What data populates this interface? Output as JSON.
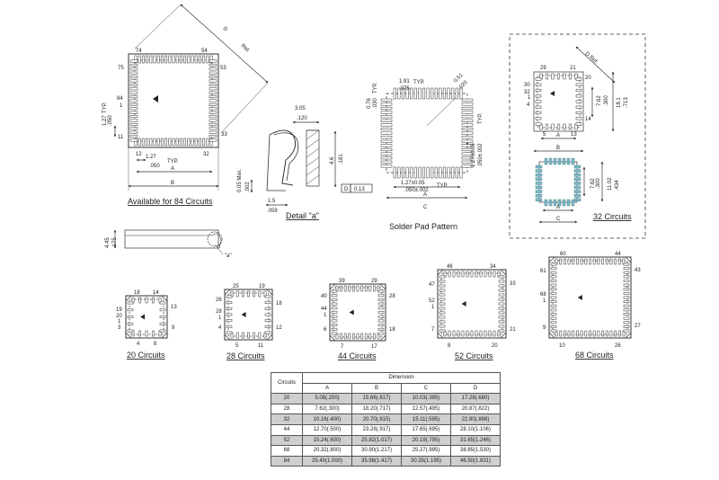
{
  "captions": {
    "c84": "Available for 84 Circuits",
    "detail": "Detail \"a\"",
    "solder": "Solder Pad Pattern",
    "c32": "32 Circuits",
    "c20": "20 Circuits",
    "c28": "28 Circuits",
    "c44": "44 Circuits",
    "c52": "52 Circuits",
    "c68": "68 Circuits"
  },
  "pins84": {
    "p74": "74",
    "p54": "54",
    "p75": "75",
    "p53": "53",
    "p84": "84",
    "p1": "1",
    "p11": "11",
    "p33": "33",
    "p12": "12",
    "p32": "32"
  },
  "dims84": {
    "d": "D",
    "ref": "Ref.",
    "typ": "TYP.",
    "v127": "1.27",
    "v050": ".050",
    "h127": "1.27",
    "h050": ".050",
    "htyp": "TYP.",
    "a": "A",
    "b": "B"
  },
  "detail": {
    "w305": "3.05",
    "w120": ".120",
    "h46": "4.6",
    "h181": ".181",
    "m005": "0.05 Max.",
    "m002": ".002",
    "w15": "1.5",
    "w059": ".059",
    "tol": "0.13",
    "box": "D"
  },
  "side": {
    "v445": "4.45",
    "v175": ".175",
    "a": "\"a\""
  },
  "solder": {
    "v191": "1.91",
    "v075": ".075",
    "typ1": "TYP.",
    "v076": "0.76",
    "v030": ".030",
    "typ2": "TYP.",
    "v051": "0.51",
    "v020": ".020",
    "r1": "1.27±0.05",
    "r2": ".050±.002",
    "rtyp": "TYP.",
    "b1": "1.27±0.05",
    "b2": ".050±.002",
    "btyp": "TYP.",
    "a": "A",
    "c": "C"
  },
  "c32": {
    "p29": "29",
    "p21": "21",
    "p30": "30",
    "p32": "32",
    "p1": "1",
    "p4": "4",
    "p5": "5",
    "p13": "13",
    "p14": "14",
    "p20": "20",
    "dref": "D Ref.",
    "v762": "7.62",
    "v300": ".300",
    "v181": "18.1",
    "v713": ".713",
    "a": "A",
    "b": "B",
    "v762b": "7.62",
    "v300b": ".300",
    "v1102": "11.02",
    "v434": ".434",
    "a2": "A",
    "c": "C"
  },
  "c20": {
    "p18": "18",
    "p14": "14",
    "p19": "19",
    "p20": "20",
    "p1": "1",
    "p3": "3",
    "p13": "13",
    "p9": "9",
    "p4": "4",
    "p8": "8"
  },
  "c28": {
    "p25": "25",
    "p19": "19",
    "p26": "26",
    "p28": "28",
    "p1": "1",
    "p4": "4",
    "p18": "18",
    "p12": "12",
    "p5": "5",
    "p11": "11"
  },
  "c44": {
    "p39": "39",
    "p29": "29",
    "p40": "40",
    "p44": "44",
    "p1": "1",
    "p6": "6",
    "p28": "28",
    "p18": "18",
    "p7": "7",
    "p17": "17"
  },
  "c52": {
    "p46": "46",
    "p34": "34",
    "p47": "47",
    "p52": "52",
    "p1": "1",
    "p7": "7",
    "p33": "33",
    "p21": "21",
    "p8": "8",
    "p20": "20"
  },
  "c68": {
    "p60": "60",
    "p44": "44",
    "p61": "61",
    "p68": "68",
    "p1": "1",
    "p9": "9",
    "p43": "43",
    "p27": "27",
    "p10": "10",
    "p26": "26"
  },
  "table": {
    "circuits": "Circuits",
    "dimension": "Dimension",
    "cols": [
      "A",
      "B",
      "C",
      "D"
    ],
    "rows": [
      [
        "20",
        "5.08(.200)",
        "15.66(.617)",
        "10.03(.395)",
        "17.28(.680)"
      ],
      [
        "28",
        "7.62(.300)",
        "18.20(.717)",
        "12.57(.495)",
        "20.87(.822)"
      ],
      [
        "32",
        "10.16(.400)",
        "20.70(.815)",
        "15.11(.595)",
        "22.80(.898)"
      ],
      [
        "44",
        "12.70(.500)",
        "23.28(.917)",
        "17.65(.695)",
        "28.10(1.106)"
      ],
      [
        "52",
        "15.24(.600)",
        "25.82(1.017)",
        "20.19(.795)",
        "31.65(1.246)"
      ],
      [
        "68",
        "20.32(.800)",
        "30.90(1.217)",
        "25.27(.995)",
        "38.85(1.530)"
      ],
      [
        "84",
        "25.40(1.000)",
        "35.98(1.417)",
        "30.35(1.195)",
        "46.50(1.831)"
      ]
    ]
  }
}
